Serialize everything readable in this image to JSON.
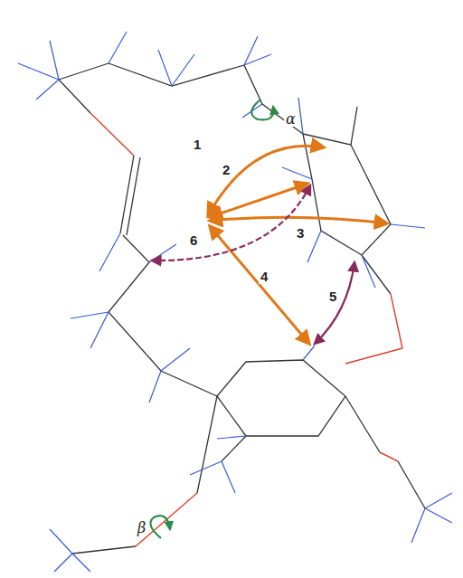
{
  "diagram": {
    "labels": [
      "1",
      "2",
      "3",
      "4",
      "5",
      "6",
      "α",
      "β"
    ]
  }
}
